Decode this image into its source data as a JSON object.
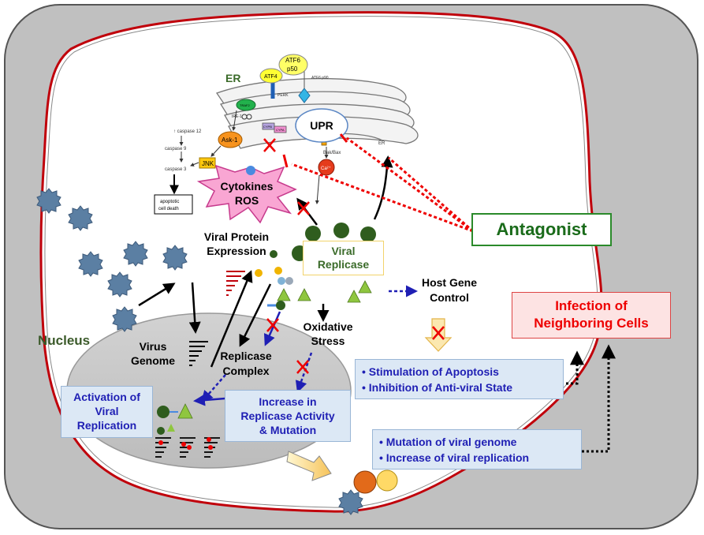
{
  "labels": {
    "er": "ER",
    "atf6": "ATF6",
    "p50": "p50",
    "atf6_p90": "ATF6 p90",
    "atf4": "ATF4",
    "perk": "PERK",
    "traf2": "TRAF2",
    "ire1": "IRE-1",
    "ask1": "Ask-1",
    "jnk": "JNK",
    "caspase12": "↑ caspase 12",
    "caspase9": "caspase 9",
    "caspase3": "caspase 3",
    "apoptotic_cell_death": [
      "apoptotic",
      "cell death"
    ],
    "cypb": "CYPB",
    "cypa": "CYPA",
    "bak_bax": "Bak/Bax",
    "ca": "Ca²⁺",
    "er_small": "ER",
    "upr": "UPR",
    "cytokines_ros": [
      "Cytokines",
      "ROS"
    ],
    "viral_protein_expression": [
      "Viral Protein",
      "Expression"
    ],
    "viral_replicase": [
      "Viral",
      "Replicase"
    ],
    "host_gene_control": [
      "Host Gene",
      "Control"
    ],
    "oxidative_stress": [
      "Oxidative",
      "Stress"
    ],
    "virus_genome": [
      "Virus",
      "Genome"
    ],
    "replicase_complex": [
      "Replicase",
      "Complex"
    ],
    "nucleus": "Nucleus",
    "antagonist": "Antagonist",
    "infection_neighboring": [
      "Infection of",
      "Neighboring Cells"
    ],
    "activation_viral_replication": [
      "Activation of",
      "Viral",
      "Replication"
    ],
    "increase_replicase_activity": [
      "Increase in",
      "Replicase Activity",
      "& Mutation"
    ],
    "apoptosis_box": [
      "• Stimulation of Apoptosis",
      "• Inhibition of Anti-viral State"
    ],
    "mutation_box": [
      "• Mutation of viral genome",
      "• Increase  of viral replication"
    ]
  },
  "colors": {
    "cell_gray": "#c0c0c0",
    "membrane_red": "#c0000b",
    "virus_blue": "#5b7fa3",
    "dark_green": "#2f5d1e",
    "light_green": "#8fc63f",
    "blue_text": "#1f1fb4",
    "red_text": "#ee0000",
    "antagonist_green": "#1a6b1a",
    "box_blue_bg": "#dce8f5",
    "box_red_bg": "#fde3e3",
    "cytokines_pink": "#f9a6d3"
  }
}
